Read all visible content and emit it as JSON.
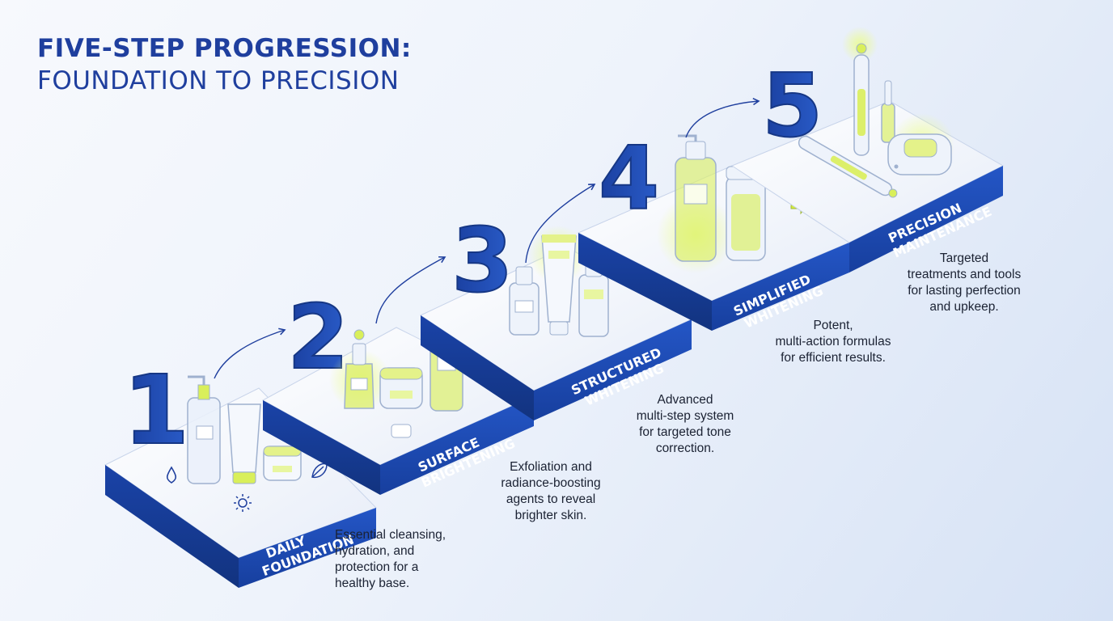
{
  "title": {
    "line1": "FIVE-STEP PROGRESSION:",
    "line2": "FOUNDATION TO PRECISION"
  },
  "colors": {
    "brand_blue": "#1f3f9e",
    "block_blue": "#1e4bb3",
    "lime_accent": "#d4ec3a",
    "text_dark": "#1b2233"
  },
  "steps": [
    {
      "number": "1",
      "label_line1": "DAILY",
      "label_line2": "FOUNDATION",
      "description": [
        "Essential cleansing,",
        "hydration, and",
        "protection for a",
        "healthy base."
      ],
      "icons": [
        "water-drop-icon",
        "sun-icon",
        "leaf-icon"
      ]
    },
    {
      "number": "2",
      "label_line1": "SURFACE",
      "label_line2": "BRIGHTENING",
      "description": [
        "Exfoliation and",
        "radiance-boosting",
        "agents to reveal",
        "brighter skin."
      ]
    },
    {
      "number": "3",
      "label_line1": "STRUCTURED",
      "label_line2": "WHITENING",
      "description": [
        "Advanced",
        "multi-step system",
        "for targeted tone",
        "correction."
      ]
    },
    {
      "number": "4",
      "label_line1": "SIMPLIFIED",
      "label_line2": "WHITENING",
      "description": [
        "Potent,",
        "multi-action formulas",
        "for efficient results."
      ]
    },
    {
      "number": "5",
      "label_line1": "PRECISION",
      "label_line2": "MAINTENANCE",
      "description": [
        "Targeted",
        "treatments and tools",
        "for lasting perfection",
        "and upkeep."
      ]
    }
  ]
}
